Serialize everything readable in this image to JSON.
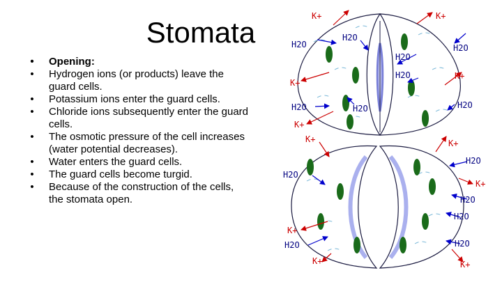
{
  "slide": {
    "title": "Stomata",
    "bullets": [
      "Opening:",
      "Hydrogen ions (or products) leave the guard cells.",
      "Potassium ions enter the guard cells.",
      "Chloride ions subsequently enter the guard cells.",
      "The osmotic pressure of the cell increases (water potential decreases).",
      "Water enters the guard cells.",
      "The guard cells become turgid.",
      "Because of the construction of the cells, the stomata open."
    ],
    "bullet_glyph": "•"
  },
  "diagram": {
    "potassium_label": "K+",
    "water_label": "H2O",
    "colors": {
      "potassium_arrow": "#cc0000",
      "water_arrow": "#0000cc",
      "chloroplast": "#1a6b1a",
      "cell_outline": "#1a1a40",
      "pore": "#7a80d8"
    }
  }
}
